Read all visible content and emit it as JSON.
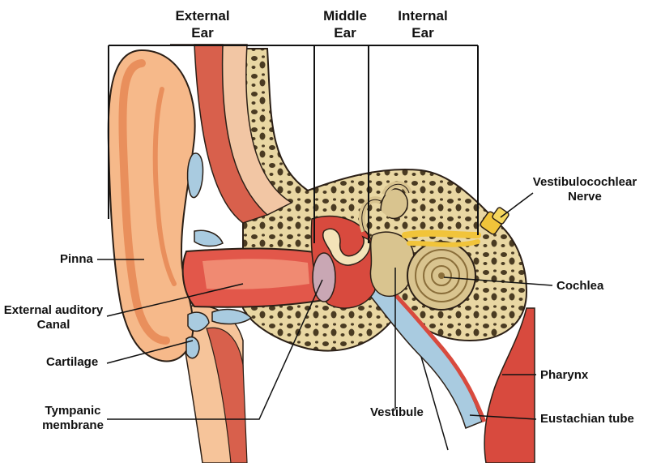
{
  "headers": {
    "external": [
      "External",
      "Ear"
    ],
    "middle": [
      "Middle",
      "Ear"
    ],
    "internal": [
      "Internal",
      "Ear"
    ]
  },
  "labels": {
    "pinna": "Pinna",
    "external_canal": [
      "External auditory",
      "Canal"
    ],
    "cartilage": "Cartilage",
    "tympanic": [
      "Tympanic",
      "membrane"
    ],
    "vestibule": "Vestibule",
    "vestibulocochlear": [
      "Vestibulocochlear",
      "Nerve"
    ],
    "cochlea": "Cochlea",
    "pharynx": "Pharynx",
    "eustachian": "Eustachian tube"
  },
  "colors": {
    "skin": "#f6b98a",
    "skin_dark": "#e98f5c",
    "canal": "#e2574a",
    "canal_light": "#f08a72",
    "bone": "#e9d7a3",
    "bone_dark": "#5b4a2c",
    "cartilage_blue": "#a9cbe0",
    "nerve": "#f1c43a",
    "cochlea": "#d9c48f",
    "outline": "#2b1f16"
  }
}
